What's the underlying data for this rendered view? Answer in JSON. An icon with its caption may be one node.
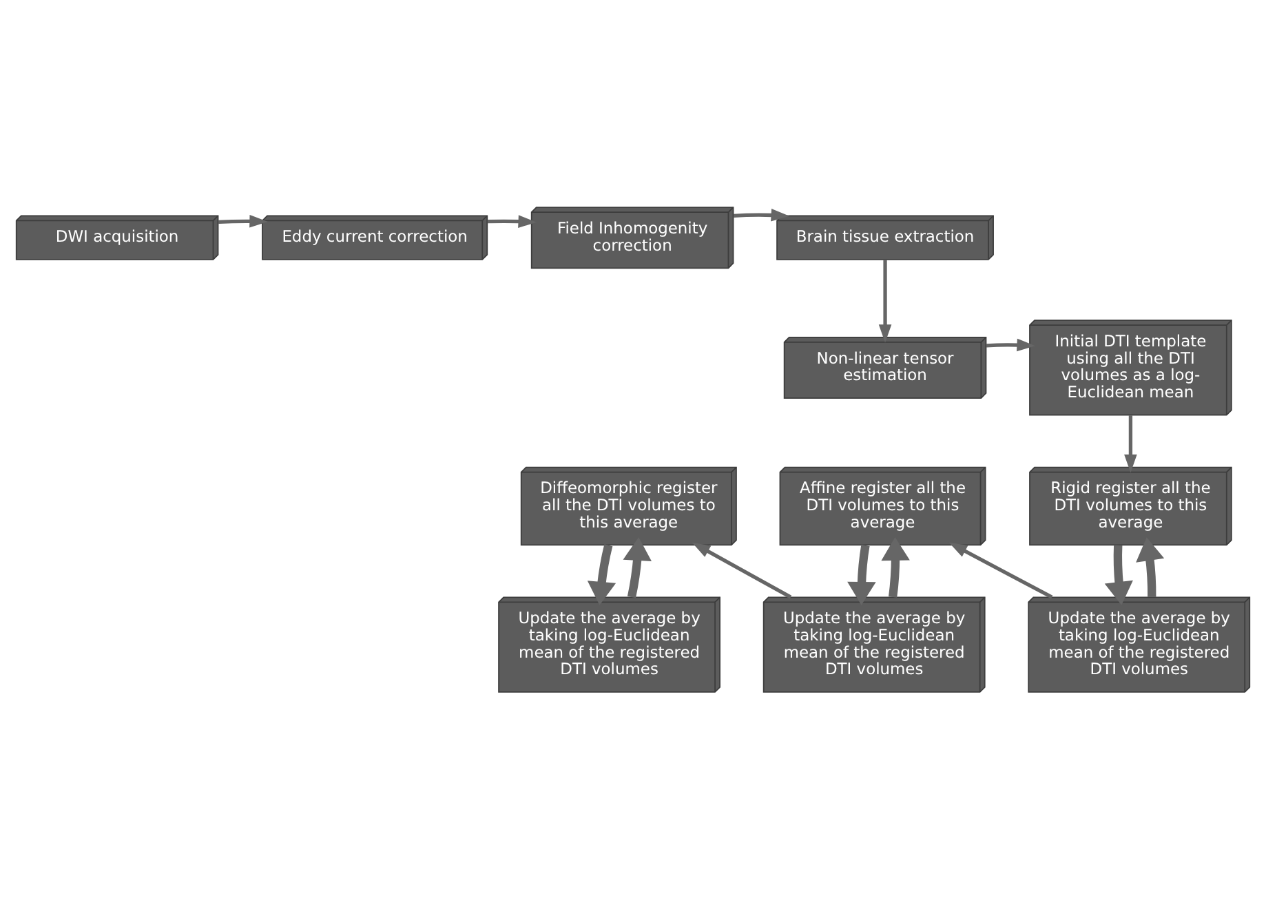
{
  "diagram": {
    "nodes": [
      {
        "text": [
          "DWI acquisition"
        ]
      },
      {
        "text": [
          "Eddy current correction"
        ]
      },
      {
        "text": [
          "Field Inhomogenity correction"
        ]
      },
      {
        "text": [
          "Brain tissue extraction"
        ]
      },
      {
        "text": [
          "Non-linear tensor estimation"
        ]
      },
      {
        "text": [
          "Initial DTI template using all the DTI volumes as a log-Euclidean mean"
        ]
      },
      {
        "text": [
          "Diffeomorphic register all the DTI volumes to this average"
        ]
      },
      {
        "text": [
          "Affine register all the DTI volumes to this average"
        ]
      },
      {
        "text": [
          "Rigid register all the DTI volumes to this average"
        ]
      },
      {
        "text": [
          "Update the average by taking log-Euclidean mean of the registered DTI volumes"
        ]
      },
      {
        "text": [
          "Update the average by taking log-Euclidean mean of the registered DTI volumes"
        ]
      },
      {
        "text": [
          "Update the average by taking log-Euclidean mean of the registered DTI volumes"
        ]
      }
    ],
    "edges": [
      {
        "from": 0,
        "to": 1,
        "arrow": "to"
      },
      {
        "from": 1,
        "to": 2,
        "arrow": "to"
      },
      {
        "from": 2,
        "to": 3,
        "arrow": "to"
      },
      {
        "from": 3,
        "to": 4,
        "arrow": "to"
      },
      {
        "from": 4,
        "to": 5,
        "arrow": "to"
      },
      {
        "from": 5,
        "to": 8,
        "arrow": "to"
      },
      {
        "from": 9,
        "to": 6,
        "arrow": "to",
        "style": "thick"
      },
      {
        "from": 6,
        "to": 9,
        "arrow": "to",
        "style": "thick"
      },
      {
        "from": 10,
        "to": 7,
        "arrow": "to",
        "style": "thick"
      },
      {
        "from": 7,
        "to": 10,
        "arrow": "to",
        "style": "thick"
      },
      {
        "from": 11,
        "to": 8,
        "arrow": "to",
        "style": "thick"
      },
      {
        "from": 8,
        "to": 11,
        "arrow": "to",
        "style": "thick"
      },
      {
        "from": 11,
        "to": 7,
        "arrow": "to"
      },
      {
        "from": 10,
        "to": 6,
        "arrow": "to"
      }
    ]
  }
}
